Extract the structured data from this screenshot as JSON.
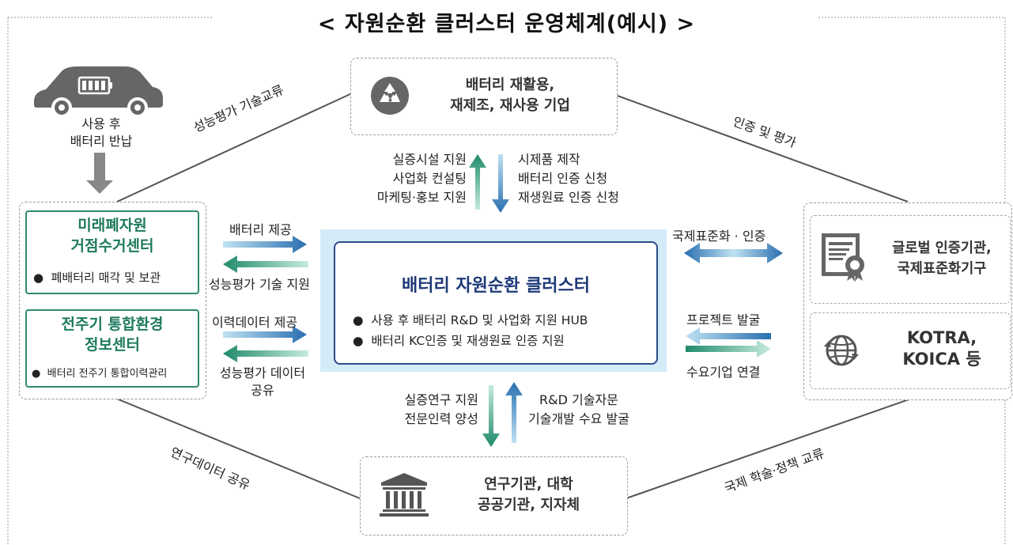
{
  "title": "< 자원순환 클러스터 운영체계(예시) >",
  "ev": {
    "caption_line1": "사용 후",
    "caption_line2": "배터리 반납"
  },
  "top_box": {
    "line1": "배터리 재활용,",
    "line2": "재제조, 재사용 기업"
  },
  "center": {
    "title": "배터리 자원순환 클러스터",
    "bullet1": "사용 후 배터리 R&D 및 사업화 지원 HUB",
    "bullet2": "배터리 KC인증 및 재생원료 인증 지원"
  },
  "left_box1": {
    "title_line1": "미래폐자원",
    "title_line2": "거점수거센터",
    "bullet": "폐배터리 매각 및 보관"
  },
  "left_box2": {
    "title_line1": "전주기 통합환경",
    "title_line2": "정보센터",
    "bullet": "배터리 전주기 통합이력관리"
  },
  "right_box1": {
    "line1": "글로벌 인증기관,",
    "line2": "국제표준화기구"
  },
  "right_box2": {
    "line1": "KOTRA,",
    "line2": "KOICA 등"
  },
  "bottom_box": {
    "line1": "연구기관, 대학",
    "line2": "공공기관, 지자체"
  },
  "flows": {
    "top_up": [
      "실증시설 지원",
      "사업화 컨설팅",
      "마케팅·홍보 지원"
    ],
    "top_down": [
      "시제품 제작",
      "배터리 인증 신청",
      "재생원료 인증 신청"
    ],
    "left_to_center_1": "배터리 제공",
    "center_to_left_1": "성능평가 기술 지원",
    "left_to_center_2": "이력데이터 제공",
    "center_to_left_2_line1": "성능평가 데이터",
    "center_to_left_2_line2": "공유",
    "right_1": "국제표준화 · 인증",
    "right_2a": "프로젝트 발굴",
    "right_2b": "수요기업 연결",
    "bottom_down": [
      "실증연구 지원",
      "전문인력 양성"
    ],
    "bottom_up": [
      "R&D 기술자문",
      "기술개발 수요 발굴"
    ]
  },
  "edges": {
    "top_left": "성능평가 기술교류",
    "top_right": "인증 및 평가",
    "bottom_left": "연구데이터 공유",
    "bottom_right": "국제 학술·정책 교류"
  },
  "colors": {
    "green": "#2e8b6f",
    "blue": "#3a7fc0",
    "navy": "#1f3a78",
    "center_bg": "#d4ecf7"
  }
}
